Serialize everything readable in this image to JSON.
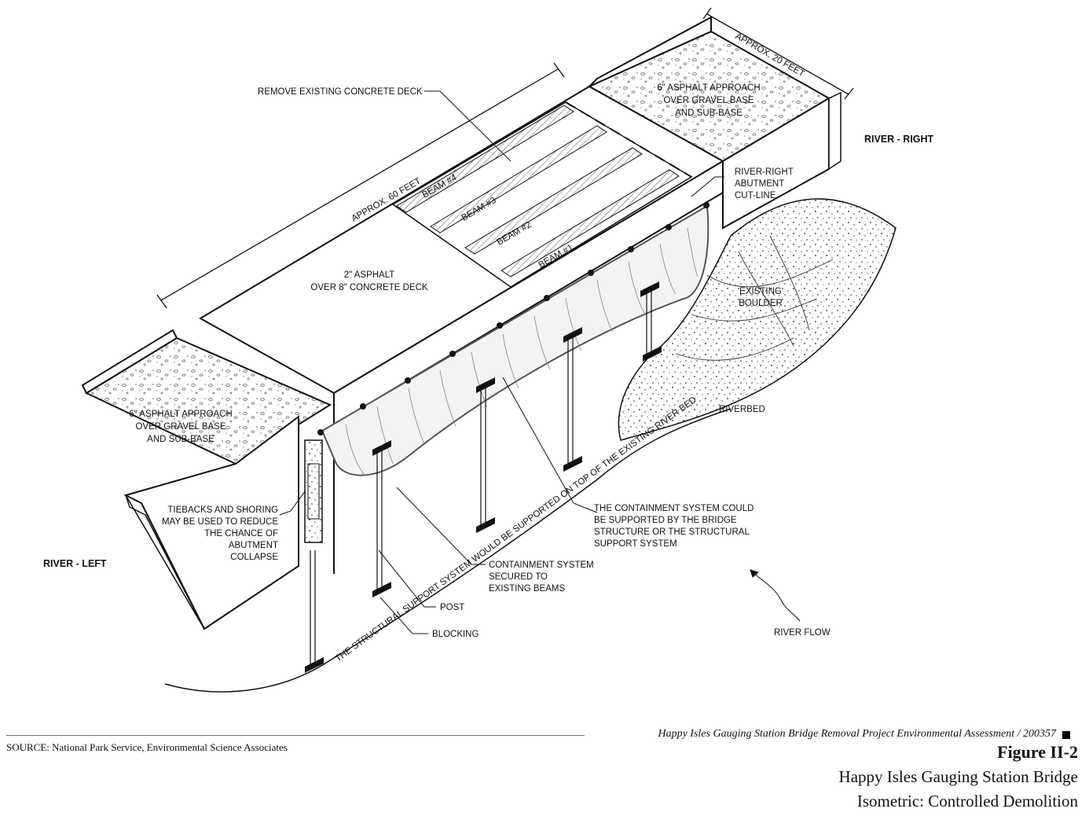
{
  "labels": {
    "remove_deck": "REMOVE EXISTING CONCRETE DECK",
    "approx_60": "APPROX. 60 FEET",
    "approx_20": "APPROX. 20 FEET",
    "approach_right": [
      "6\" ASPHALT APPROACH",
      "OVER GRAVEL BASE",
      "AND SUB-BASE"
    ],
    "approach_left": [
      "6\" ASPHALT APPROACH",
      "OVER GRAVEL BASE",
      "AND SUB-BASE"
    ],
    "river_right": "RIVER - RIGHT",
    "river_left": "RIVER - LEFT",
    "cut_line": [
      "RIVER-RIGHT",
      "ABUTMENT",
      "CUT-LINE"
    ],
    "beams": [
      "BEAM #4",
      "BEAM #3",
      "BEAM #2",
      "BEAM #1"
    ],
    "deck": [
      "2\" ASPHALT",
      "OVER 8\" CONCRETE DECK"
    ],
    "boulder": [
      "EXISTING",
      "BOULDER"
    ],
    "riverbed": "RIVERBED",
    "support_note": "THE STRUCTURAL SUPPORT SYSTEM WOULD BE SUPPORTED ON TOP OF THE EXISTING RIVER BED",
    "containment_support": [
      "THE CONTAINMENT SYSTEM COULD",
      "BE SUPPORTED BY THE BRIDGE",
      "STRUCTURE OR THE STRUCTURAL",
      "SUPPORT SYSTEM"
    ],
    "containment_secured": [
      "CONTAINMENT SYSTEM",
      "SECURED TO",
      "EXISTING BEAMS"
    ],
    "tiebacks": [
      "TIEBACKS AND SHORING",
      "MAY BE USED TO REDUCE",
      "THE CHANCE OF",
      "ABUTMENT",
      "COLLAPSE"
    ],
    "post": "POST",
    "blocking": "BLOCKING",
    "river_flow": "RIVER FLOW"
  },
  "footer": {
    "project": "Happy Isles Gauging Station Bridge Removal Project Environmental Assessment / 200357",
    "source": "SOURCE:  National Park Service, Environmental Science Associates",
    "figure_number": "Figure II-2",
    "title_line1": "Happy Isles Gauging Station Bridge",
    "title_line2": "Isometric: Controlled Demolition"
  }
}
